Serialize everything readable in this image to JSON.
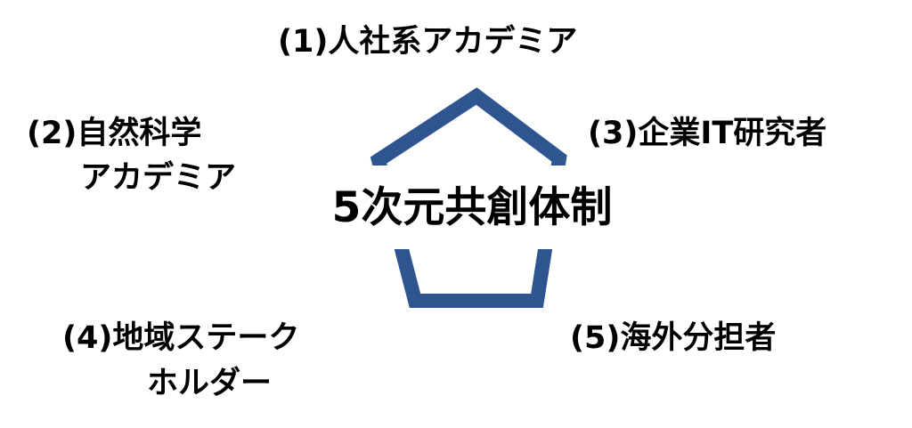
{
  "colors": {
    "pentagon": "#2F5590"
  },
  "center_label": "5次元共創体制",
  "nodes": [
    {
      "lines": [
        "(1)人社系アカデミア"
      ]
    },
    {
      "lines": [
        "(2)自然科学",
        "アカデミア"
      ]
    },
    {
      "lines": [
        "(3)企業IT研究者"
      ]
    },
    {
      "lines": [
        "(4)地域ステーク",
        "ホルダー"
      ]
    },
    {
      "lines": [
        "(5)海外分担者"
      ]
    }
  ]
}
